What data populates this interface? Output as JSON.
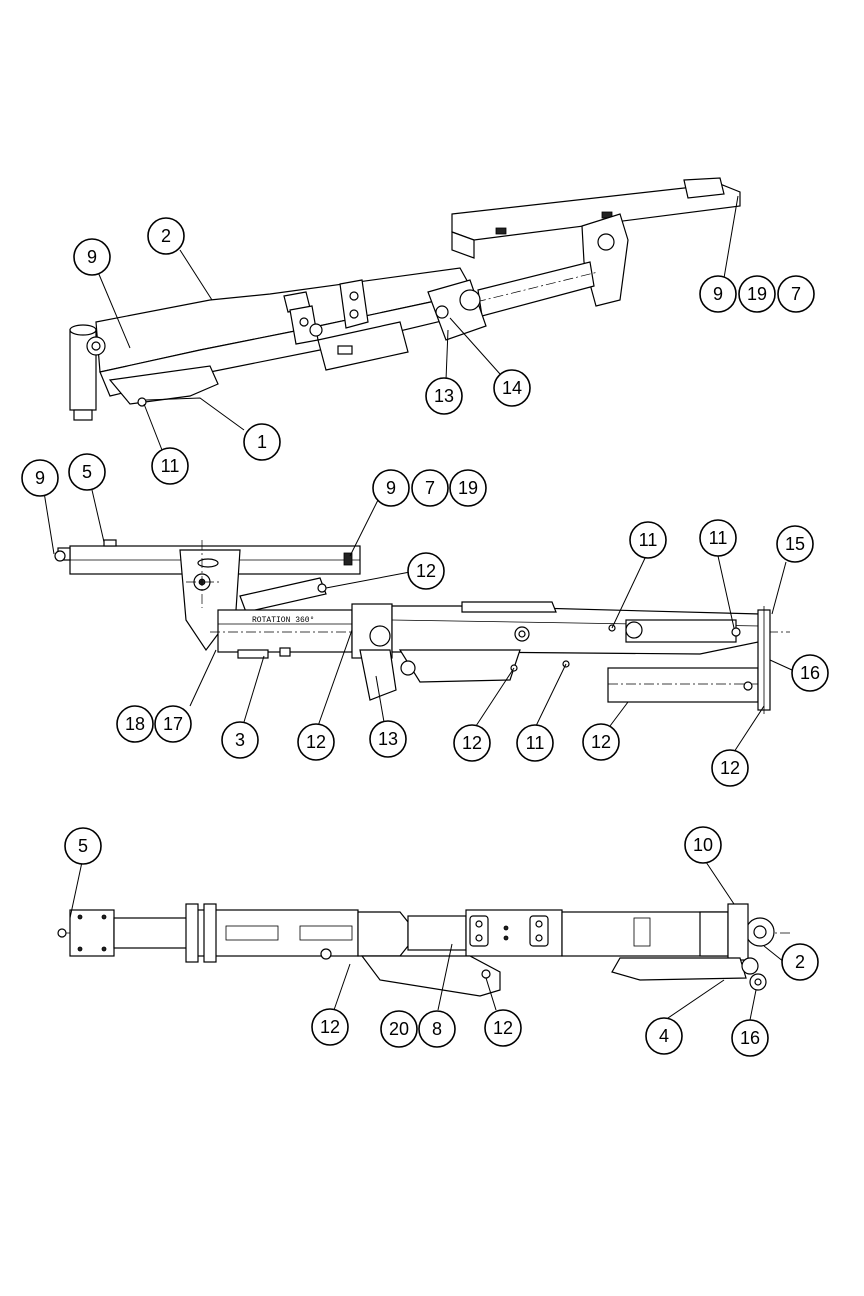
{
  "views": [
    {
      "name": "isometric",
      "callouts": [
        "2",
        "9",
        "1",
        "11",
        "13",
        "14",
        "9",
        "19",
        "7"
      ]
    },
    {
      "name": "side",
      "engraving": "ROTATION 360°",
      "callouts": [
        "9",
        "5",
        "9",
        "7",
        "19",
        "12",
        "11",
        "11",
        "15",
        "16",
        "18",
        "17",
        "3",
        "12",
        "13",
        "12",
        "11",
        "12",
        "12"
      ]
    },
    {
      "name": "top",
      "callouts": [
        "5",
        "10",
        "2",
        "12",
        "20",
        "8",
        "12",
        "4",
        "16"
      ]
    }
  ]
}
